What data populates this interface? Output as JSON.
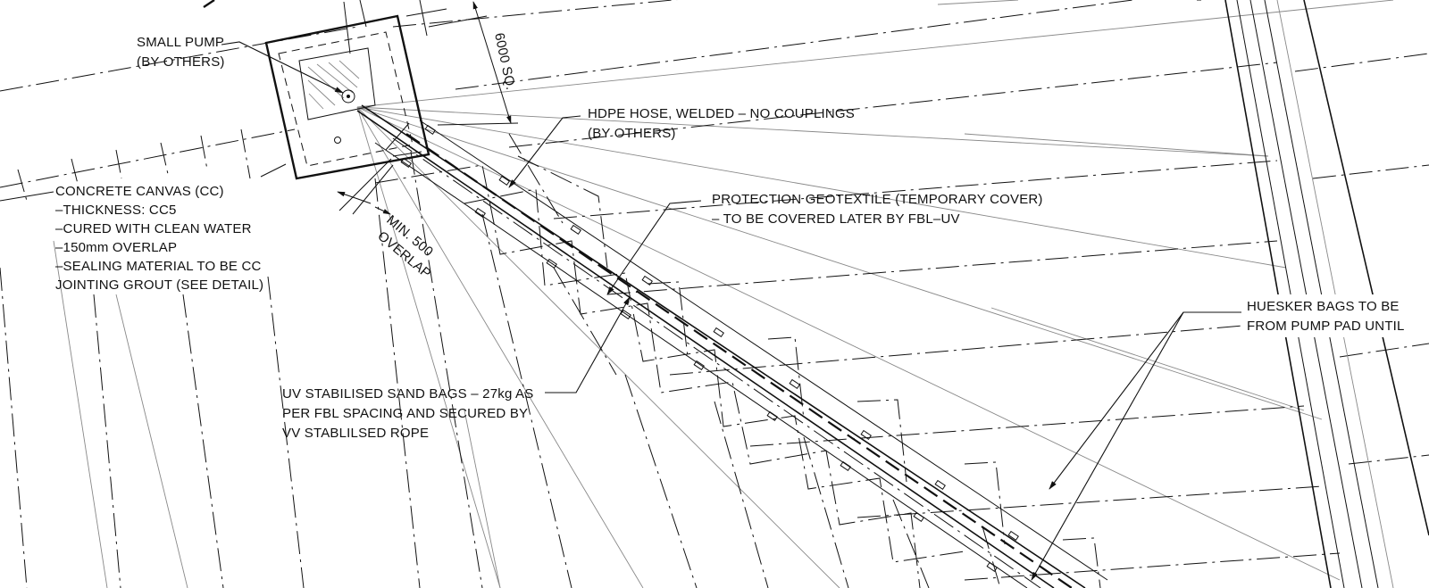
{
  "annotations": {
    "small_pump": [
      "SMALL PUMP",
      "(BY OTHERS)"
    ],
    "pad_size": "6000 SQ.",
    "hdpe_hose": [
      "HDPE HOSE, WELDED – NO COUPLINGS",
      "(BY OTHERS)"
    ],
    "protection_geotextile": [
      "PROTECTION GEOTEXTILE (TEMPORARY COVER)",
      "– TO BE COVERED LATER BY FBL–UV"
    ],
    "concrete_canvas": [
      "CONCRETE CANVAS (CC)",
      "–THICKNESS: CC5",
      "–CURED WITH CLEAN WATER",
      "–150mm OVERLAP",
      "–SEALING MATERIAL TO BE CC",
      "JOINTING GROUT (SEE DETAIL)"
    ],
    "min_overlap": [
      "MIN. 500",
      "OVERLAP"
    ],
    "sand_bags": [
      "UV STABILISED SAND BAGS – 27kg AS",
      "PER FBL SPACING AND SECURED BY",
      "VV STABLILSED ROPE"
    ],
    "huesker_bags": [
      "HUESKER BAGS TO BE",
      "FROM PUMP PAD UNTIL"
    ]
  }
}
